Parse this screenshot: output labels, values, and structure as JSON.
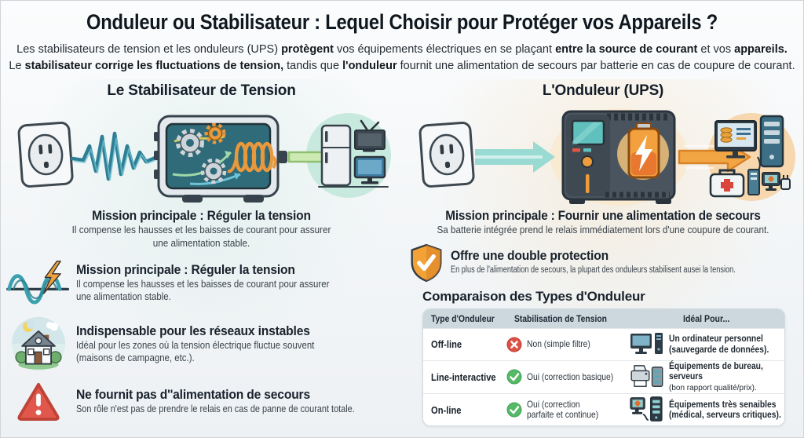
{
  "header": {
    "title": "Onduleur ou Stabilisateur : Lequel Choisir pour Protéger vos Appareils ?",
    "intro_line1": [
      {
        "t": "Les stabilisateurs de tension et les onduleurs (UPS) "
      },
      {
        "t": "protègent",
        "b": true
      },
      {
        "t": " vos équipements électriques en se plaçant "
      },
      {
        "t": "entre la source de courant",
        "b": true
      },
      {
        "t": " et vos "
      },
      {
        "t": "appareils.",
        "b": true
      }
    ],
    "intro_line2": [
      {
        "t": "Le "
      },
      {
        "t": "stabilisateur corrige les fluctuations de tension,",
        "b": true
      },
      {
        "t": " tandis que "
      },
      {
        "t": "l'onduleur",
        "b": true
      },
      {
        "t": " fournit une alimentation de secours par batterie en cas de coupure de courant."
      }
    ]
  },
  "left": {
    "title": "Le Stabilisateur de Tension",
    "sections": [
      {
        "heading": "Mission principale : Réguler la tension",
        "desc_line1": "Il compense les hausses et les baisses de courant pour assurer",
        "desc_line2": "une alimentation stable."
      },
      {
        "heading": "Mission principale : Réguler la tension",
        "desc_line1": "Il compense les hausses et les baisses de courant pour assurer",
        "desc_line2": "une alimentation stable."
      },
      {
        "heading": "Indispensable pour les réseaux instables",
        "desc_line1": "Idéal pour les zones où la tension électrique fluctue souvent",
        "desc_line2": "(maisons de campagne, etc.)."
      },
      {
        "heading": "Ne fournit pas d''alimentation de secours",
        "desc_line1": "Son rôle n'est pas de prendre le relais en cas de panne de courant totale.",
        "desc_line2": ""
      }
    ]
  },
  "right": {
    "title": "L'Onduleur (UPS)",
    "sections": [
      {
        "heading": "Mission principale : Fournir une alimentation de secours",
        "desc_line1": "Sa batterie intégrée prend le relais immédiatement lors d'une coupure de courant."
      },
      {
        "heading": "Offre une double protection",
        "desc_line1": "En plus de l'alimentation de secours, la plupart des onduleurs stabilisent ausei la tension."
      }
    ],
    "table": {
      "title": "Comparaison des Types d'Onduleur",
      "headers": [
        "Type d'Onduleur",
        "Stabilisation de Tension",
        "Idéal Pour..."
      ],
      "rows": [
        {
          "type": "Off-line",
          "stab_ok": false,
          "stab_line1": "Non (simple filtre)",
          "stab_line2": "",
          "ideal_icon": "desktop-pc-icon",
          "ideal_line1": "Un ordinateur personnel",
          "ideal_line2": "(sauvegarde de données).",
          "ideal_line2_small": ""
        },
        {
          "type": "Line-interactive",
          "stab_ok": true,
          "stab_line1": "Oui (correction basique)",
          "stab_line2": "",
          "ideal_icon": "printer-server-icon",
          "ideal_line1": "Équipements de bureau,",
          "ideal_line2": "serveurs ",
          "ideal_line2_small": "(bon rapport qualité/prix)."
        },
        {
          "type": "On-line",
          "stab_ok": true,
          "stab_line1": "Oui (correction",
          "stab_line2": "parfaite et continue)",
          "ideal_icon": "medical-server-icon",
          "ideal_line1": "Équipements très senaibles",
          "ideal_line2": "(médical, serveurs critiques).",
          "ideal_line2_small": ""
        }
      ]
    }
  },
  "colors": {
    "background": "#f2f5f7",
    "heading": "#141e28",
    "body_text": "#39424a",
    "accent_teal": "#3a8fa3",
    "accent_orange": "#efa23f",
    "success_green": "#55b968",
    "danger_red": "#dd5145",
    "table_header_bg": "#ccd7de"
  }
}
